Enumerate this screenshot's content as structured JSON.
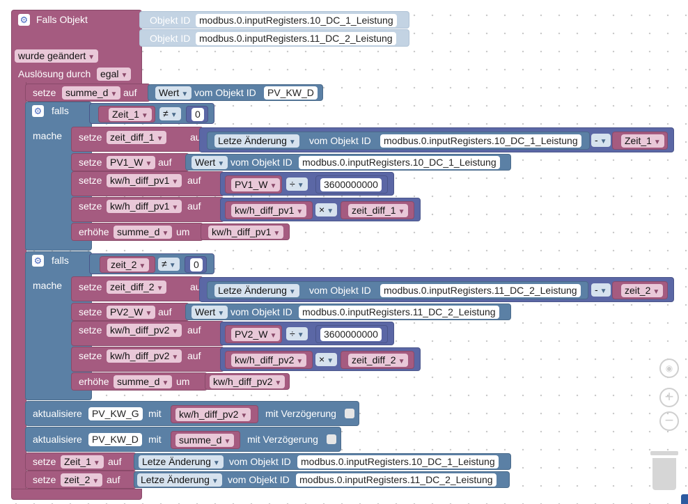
{
  "event": {
    "title": "Falls Objekt",
    "objid_label": "Objekt ID",
    "oid1": "modbus.0.inputRegisters.10_DC_1_Leistung",
    "oid2": "modbus.0.inputRegisters.11_DC_2_Leistung",
    "changed": "wurde geändert",
    "trigger_label": "Auslösung durch",
    "trigger_value": "egal"
  },
  "words": {
    "setze": "setze",
    "auf": "auf",
    "falls": "falls",
    "mache": "mache",
    "erhoehe": "erhöhe",
    "um": "um",
    "aktualisiere": "aktualisiere",
    "mit": "mit",
    "verz": "mit Verzögerung",
    "vom": "vom Objekt ID",
    "wert": "Wert",
    "letze": "Letze Änderung",
    "neq": "≠",
    "minus": "-",
    "div": "÷",
    "mul": "×"
  },
  "vars": {
    "summe_d": "summe_d",
    "zeit_1": "Zeit_1",
    "zeit_2": "zeit_2",
    "zeit_diff_1": "zeit_diff_1",
    "zeit_diff_2": "zeit_diff_2",
    "pv1_w": "PV1_W",
    "pv2_w": "PV2_W",
    "kwh1": "kw/h_diff_pv1",
    "kwh2": "kw/h_diff_pv2"
  },
  "values": {
    "zero": "0",
    "divisor": "3600000000",
    "pv_kw_d": "PV_KW_D",
    "pv_kw_g": "PV_KW_G"
  }
}
